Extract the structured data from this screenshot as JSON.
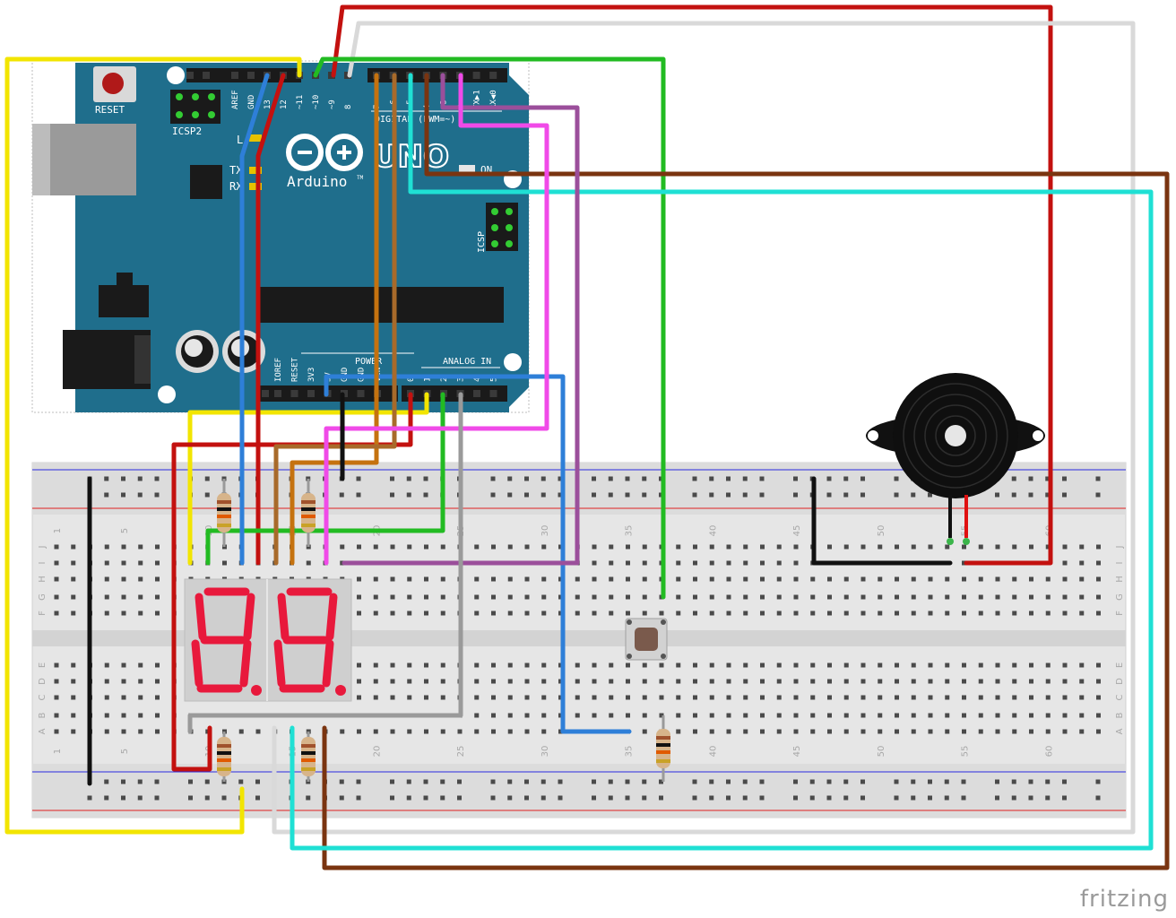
{
  "watermark": "fritzing",
  "arduino": {
    "brand": "Arduino",
    "trademark": "TM",
    "model": "UNO",
    "reset_label": "RESET",
    "icsp2_label": "ICSP2",
    "icsp_label": "ICSP",
    "on_label": "ON",
    "l_label": "L",
    "tx_label": "TX",
    "rx_label": "RX",
    "digital_label": "DIGITAL (PWM=~)",
    "power_label": "POWER",
    "analog_label": "ANALOG IN",
    "top_pins": [
      "AREF",
      "GND",
      "13",
      "12",
      "~11",
      "~10",
      "~9",
      "8",
      "7",
      "~6",
      "~5",
      "4",
      "~3",
      "2",
      "TX▶1",
      "RX◀0"
    ],
    "power_pins": [
      "IOREF",
      "RESET",
      "3V3",
      "5V",
      "GND",
      "GND",
      "VIN"
    ],
    "analog_pins": [
      "0",
      "1",
      "2",
      "3",
      "4",
      "5"
    ]
  },
  "breadboard": {
    "row_letters_top": [
      "J",
      "I",
      "H",
      "G",
      "F"
    ],
    "row_letters_bottom": [
      "E",
      "D",
      "C",
      "B",
      "A"
    ],
    "column_numbers": [
      "1",
      "5",
      "10",
      "15",
      "20",
      "25",
      "30",
      "35",
      "40",
      "45",
      "50",
      "55",
      "60"
    ]
  },
  "display": {
    "digits": [
      "8.",
      "8."
    ]
  },
  "colors": {
    "board": "#1f6e8c",
    "segment": "#e8193c",
    "wire_yellow": "#f2e500",
    "wire_red": "#c3110f",
    "wire_white": "#d9d9d9",
    "wire_green": "#22bb22",
    "wire_blue": "#2e7fd8",
    "wire_orange": "#c5720f",
    "wire_brown": "#7a3410",
    "wire_cyan": "#1fe0d4",
    "wire_purple": "#9b4f9b",
    "wire_magenta": "#f04ae8",
    "wire_gray": "#9a9a9a",
    "wire_black": "#111111"
  }
}
